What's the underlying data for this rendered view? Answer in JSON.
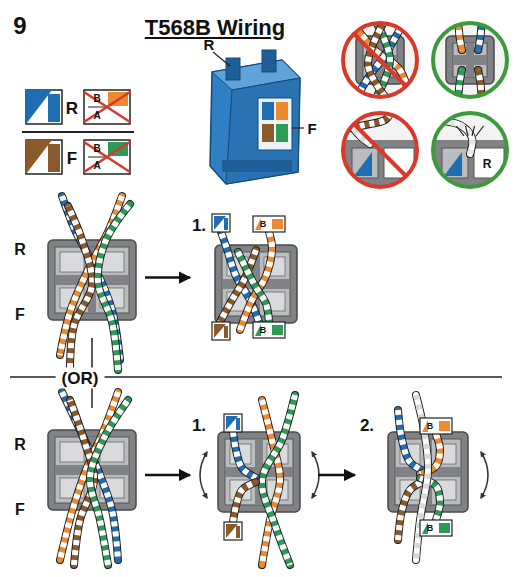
{
  "diagram": {
    "title": "T568B Wiring",
    "nodes": [
      {
        "text": [
          "R",
          "F"
        ]
      },
      {
        "text": [
          "1."
        ]
      },
      {
        "text": [
          "R",
          "F"
        ]
      },
      {
        "text": [
          "1."
        ]
      },
      {
        "text": [
          "2."
        ]
      }
    ],
    "edges": [
      {
        "from": 0,
        "to": 1,
        "arrow": "to"
      },
      {
        "from": 2,
        "to": 3,
        "arrow": "to"
      },
      {
        "from": 3,
        "to": 4,
        "arrow": "to"
      }
    ],
    "labels": [
      "9",
      "R",
      "B",
      "A",
      "F",
      "B",
      "A",
      "R",
      "F",
      "R",
      "B",
      "B",
      "(OR)",
      "B",
      "B"
    ]
  }
}
